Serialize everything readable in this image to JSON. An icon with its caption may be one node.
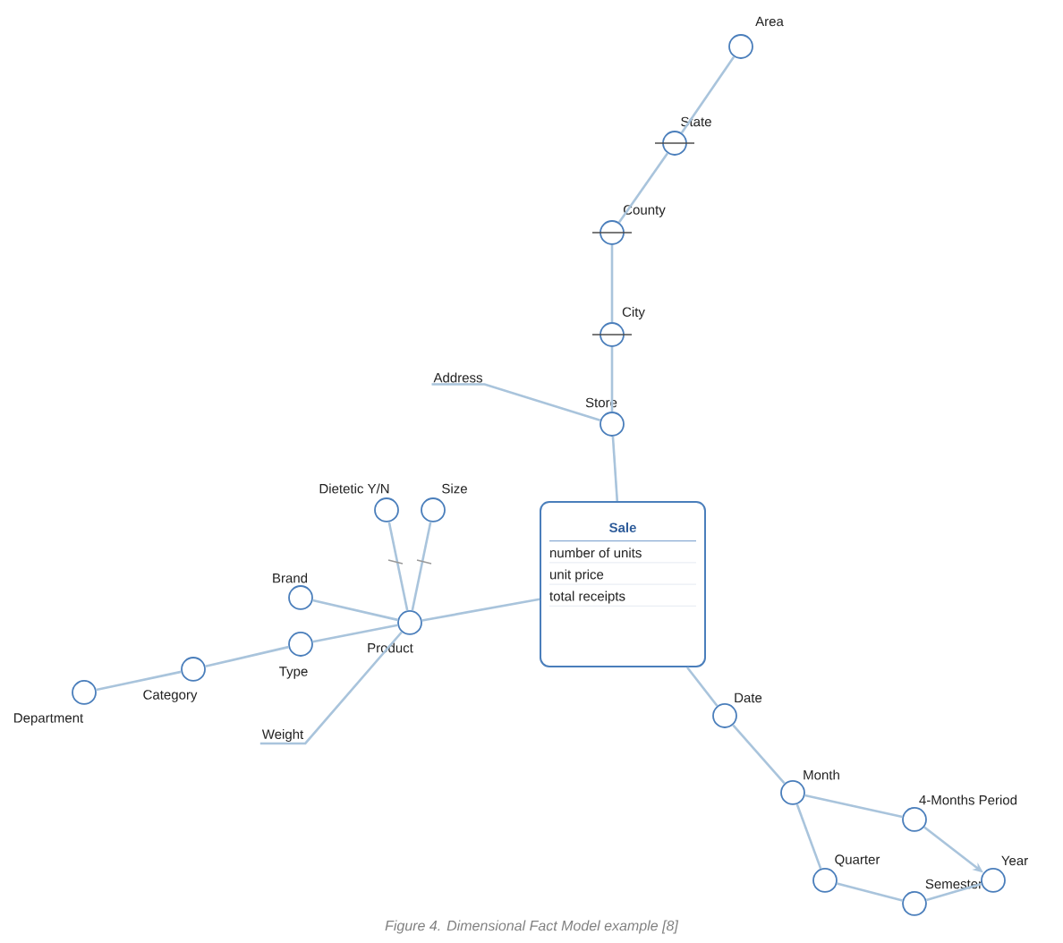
{
  "diagram": {
    "caption": "Figure 4. Dimensional Fact Model example [8]",
    "nodes": [
      {
        "text": [
          "Area"
        ]
      },
      {
        "text": [
          "State"
        ]
      },
      {
        "text": [
          "County"
        ]
      },
      {
        "text": [
          "City"
        ]
      },
      {
        "text": [
          "Address"
        ]
      },
      {
        "text": [
          "Store"
        ]
      },
      {
        "text": [
          "Sale",
          "number of units",
          "unit price",
          "total receipts"
        ]
      },
      {
        "text": [
          "Dietetic Y/N"
        ]
      },
      {
        "text": [
          "Size"
        ]
      },
      {
        "text": [
          "Brand"
        ]
      },
      {
        "text": [
          "Product"
        ]
      },
      {
        "text": [
          "Type"
        ]
      },
      {
        "text": [
          "Category"
        ]
      },
      {
        "text": [
          "Department"
        ]
      },
      {
        "text": [
          "Weight"
        ]
      },
      {
        "text": [
          "Date"
        ]
      },
      {
        "text": [
          "Month"
        ]
      },
      {
        "text": [
          "4-Months Period"
        ]
      },
      {
        "text": [
          "Quarter"
        ]
      },
      {
        "text": [
          "Semester"
        ]
      },
      {
        "text": [
          "Year"
        ]
      }
    ],
    "edges": [
      {
        "from": 0,
        "to": 1,
        "arrow": "none"
      },
      {
        "from": 1,
        "to": 2,
        "arrow": "none"
      },
      {
        "from": 2,
        "to": 3,
        "arrow": "none"
      },
      {
        "from": 3,
        "to": 5,
        "arrow": "none"
      },
      {
        "from": 5,
        "to": 4,
        "arrow": "none"
      },
      {
        "from": 6,
        "to": 5,
        "arrow": "none"
      },
      {
        "from": 6,
        "to": 10,
        "arrow": "none"
      },
      {
        "from": 10,
        "to": 7,
        "arrow": "none"
      },
      {
        "from": 10,
        "to": 8,
        "arrow": "none"
      },
      {
        "from": 10,
        "to": 9,
        "arrow": "none"
      },
      {
        "from": 10,
        "to": 11,
        "arrow": "none"
      },
      {
        "from": 11,
        "to": 12,
        "arrow": "none"
      },
      {
        "from": 12,
        "to": 13,
        "arrow": "none"
      },
      {
        "from": 10,
        "to": 14,
        "arrow": "none"
      },
      {
        "from": 6,
        "to": 15,
        "arrow": "none"
      },
      {
        "from": 15,
        "to": 16,
        "arrow": "none"
      },
      {
        "from": 16,
        "to": 17,
        "arrow": "none"
      },
      {
        "from": 16,
        "to": 18,
        "arrow": "none"
      },
      {
        "from": 18,
        "to": 19,
        "arrow": "none"
      },
      {
        "from": 19,
        "to": 20,
        "arrow": "none"
      },
      {
        "from": 17,
        "to": 20,
        "arrow": "to"
      }
    ]
  }
}
